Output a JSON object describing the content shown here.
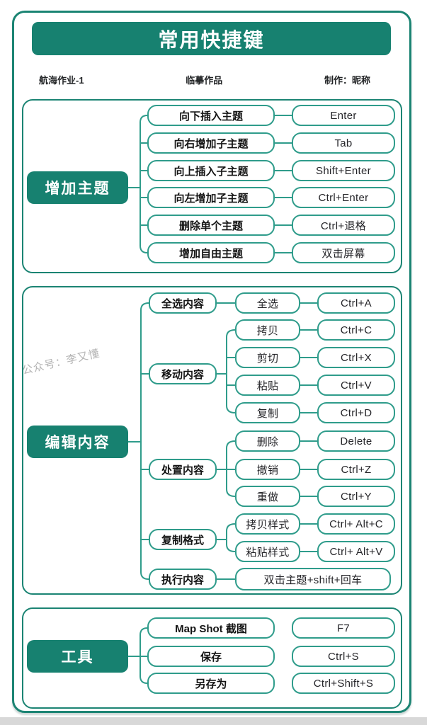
{
  "header": {
    "title": "常用快捷键"
  },
  "subheader": {
    "left": "航海作业-1",
    "center": "临摹作品",
    "right": "制作：昵称"
  },
  "watermark": "公众号：李又懂",
  "colors": {
    "teal_fill": "#178170",
    "frame_border": "#1b8473",
    "node_border": "#2f9c8b",
    "text_dark": "#141414",
    "watermark_gray": "#b3b3b3"
  },
  "sections": [
    {
      "name": "增加主题",
      "rows": [
        {
          "label": "向下插入主题",
          "key": "Enter"
        },
        {
          "label": "向右增加子主题",
          "key": "Tab"
        },
        {
          "label": "向上插入子主题",
          "key": "Shift+Enter"
        },
        {
          "label": "向左增加子主题",
          "key": "Ctrl+Enter"
        },
        {
          "label": "删除单个主题",
          "key": "Ctrl+退格"
        },
        {
          "label": "增加自由主题",
          "key": "双击屏幕"
        }
      ]
    },
    {
      "name": "编辑内容",
      "groups": [
        {
          "label": "全选内容",
          "children": [
            {
              "label": "全选",
              "key": "Ctrl+A"
            }
          ]
        },
        {
          "label": "移动内容",
          "children": [
            {
              "label": "拷贝",
              "key": "Ctrl+C"
            },
            {
              "label": "剪切",
              "key": "Ctrl+X"
            },
            {
              "label": "粘贴",
              "key": "Ctrl+V"
            },
            {
              "label": "复制",
              "key": "Ctrl+D"
            }
          ]
        },
        {
          "label": "处置内容",
          "children": [
            {
              "label": "删除",
              "key": "Delete"
            },
            {
              "label": "撤销",
              "key": "Ctrl+Z"
            },
            {
              "label": "重做",
              "key": "Ctrl+Y"
            }
          ]
        },
        {
          "label": "复制格式",
          "children": [
            {
              "label": "拷贝样式",
              "key": "Ctrl+ Alt+C"
            },
            {
              "label": "粘贴样式",
              "key": "Ctrl+ Alt+V"
            }
          ]
        },
        {
          "label": "执行内容",
          "action": "双击主题+shift+回车"
        }
      ]
    },
    {
      "name": "工具",
      "rows": [
        {
          "label": "Map Shot 截图",
          "key": "F7"
        },
        {
          "label": "保存",
          "key": "Ctrl+S"
        },
        {
          "label": "另存为",
          "key": "Ctrl+Shift+S"
        }
      ]
    }
  ]
}
